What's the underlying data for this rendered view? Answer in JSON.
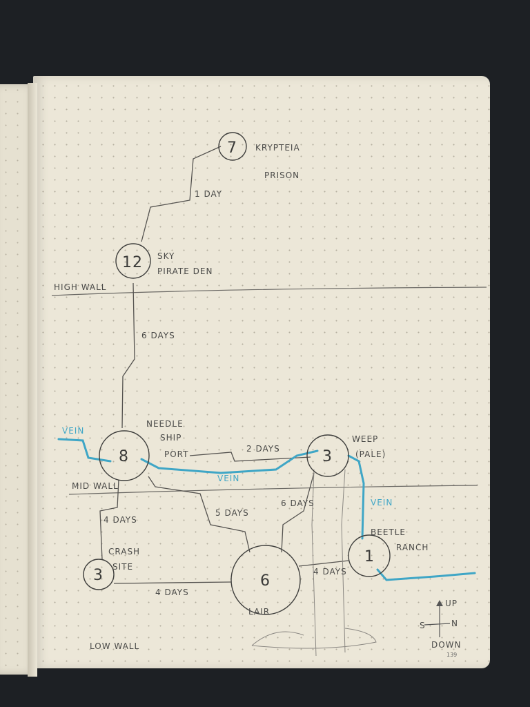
{
  "map": {
    "nodes": [
      {
        "number": "7",
        "label_1": "KRYPTEIA",
        "label_2": "PRISON"
      },
      {
        "number": "12",
        "label_1": "SKY",
        "label_2": "PIRATE DEN"
      },
      {
        "number": "8",
        "label_1": "NEEDLE",
        "label_2": "SHIP",
        "label_3": "PORT"
      },
      {
        "number": "3",
        "label_1": "WEEP",
        "label_2": "(PALE)"
      },
      {
        "number": "1",
        "label_1": "BEETLE",
        "label_2": "RANCH"
      },
      {
        "number": "3",
        "label_1": "CRASH",
        "label_2": "SITE"
      },
      {
        "number": "6",
        "label_1": "LAIR"
      }
    ],
    "routes": [
      "1 DAY",
      "6 DAYS",
      "2 DAYS",
      "5 DAYS",
      "6 DAYS",
      "4 DAYS",
      "4 DAYS",
      "4 DAYS"
    ],
    "walls": [
      "HIGH WALL",
      "MID WALL",
      "LOW WALL"
    ],
    "veins": [
      "VEIN",
      "VEIN",
      "VEIN"
    ],
    "compass": {
      "up": "UP",
      "down": "DOWN",
      "north": "N",
      "south": "S"
    },
    "page_number": "139",
    "colors": {
      "pencil": "#4a4a48",
      "vein": "#3fa6c6",
      "paper": "#ece7d8"
    }
  }
}
